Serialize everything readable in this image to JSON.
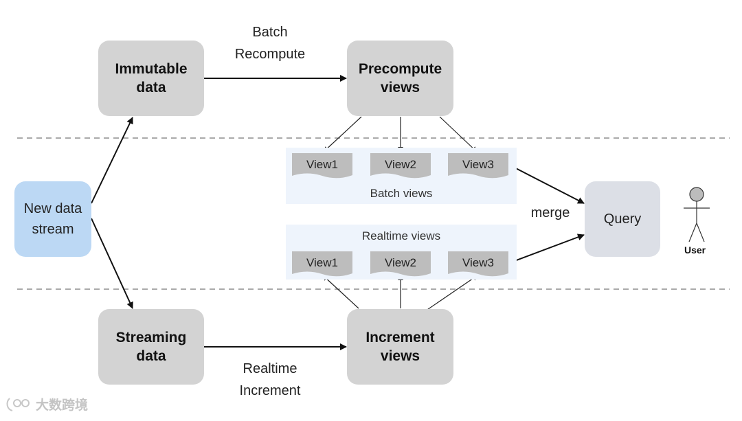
{
  "nodes": {
    "immutable_data": "Immutable\ndata",
    "precompute_views": "Precompute\nviews",
    "new_data_stream": "New data\nstream",
    "streaming_data": "Streaming\ndata",
    "increment_views": "Increment\nviews",
    "query": "Query"
  },
  "edge_labels": {
    "batch_recompute": "Batch\nRecompute",
    "realtime_increment": "Realtime\nIncrement",
    "merge": "merge"
  },
  "batch_panel": {
    "label": "Batch views",
    "views": [
      "View1",
      "View2",
      "View3"
    ]
  },
  "realtime_panel": {
    "label": "Realtime views",
    "views": [
      "View1",
      "View2",
      "View3"
    ]
  },
  "user_label": "User",
  "watermark": "大数跨境",
  "colors": {
    "node_gray": "#d3d3d3",
    "node_blue": "#bcd8f4",
    "query_node": "#dcdfe6",
    "panel": "#eef4fc",
    "view_card": "#bdbdbd"
  }
}
